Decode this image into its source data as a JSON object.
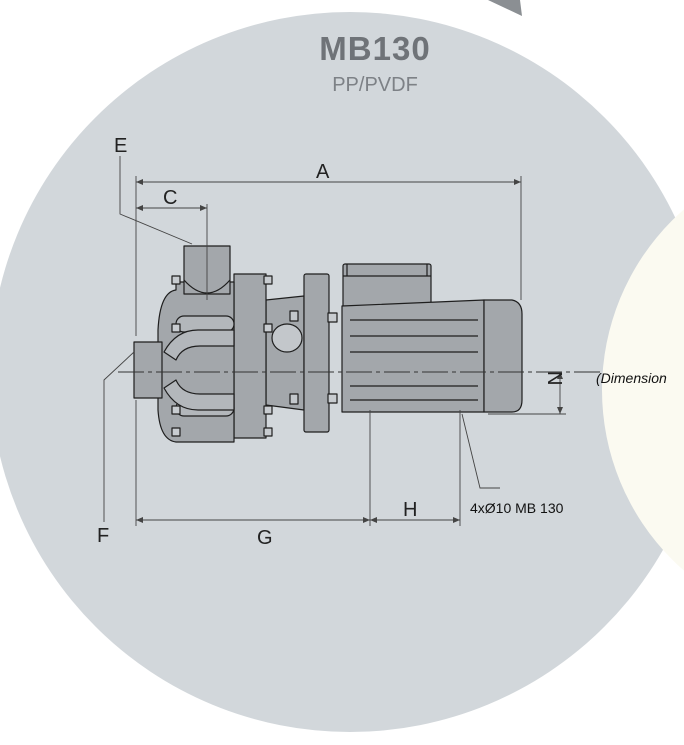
{
  "header": {
    "model": "MB130",
    "material": "PP/PVDF"
  },
  "dimensions": {
    "a": "A",
    "c": "C",
    "e": "E",
    "f": "F",
    "g": "G",
    "h": "H",
    "n": "N"
  },
  "annotations": {
    "mounting_holes": "4xØ10 MB 130",
    "side_note": "(Dimension"
  },
  "colors": {
    "background_circle": "#d2d7db",
    "side_panel": "#fbfaf1",
    "pump_fill": "#a3a7ab",
    "outline": "#1e1e1e"
  }
}
